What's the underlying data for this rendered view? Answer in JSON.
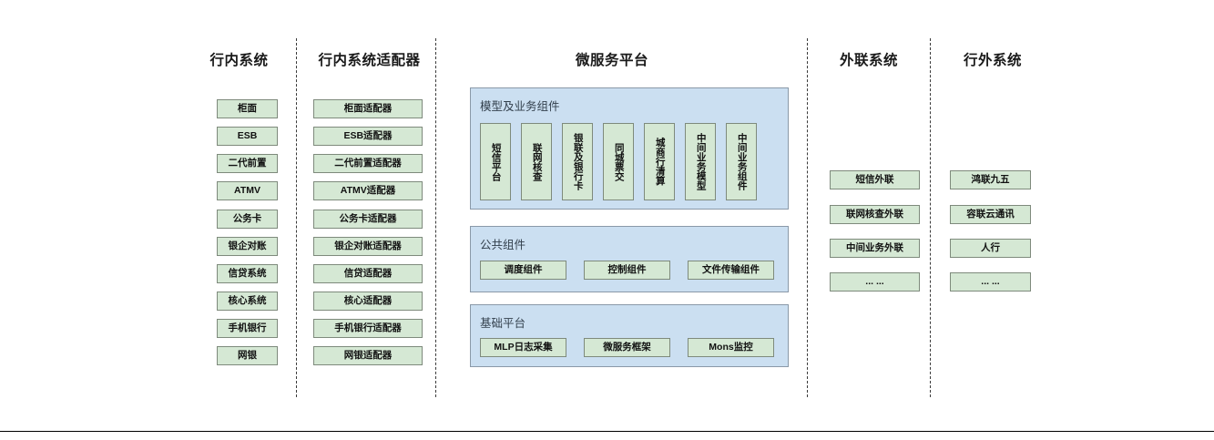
{
  "diagram": {
    "title_row": {
      "internal_systems": "行内系统",
      "internal_adapters": "行内系统适配器",
      "microservice_platform": "微服务平台",
      "external_link_systems": "外联系统",
      "offbank_systems": "行外系统"
    },
    "columns": {
      "internal_systems": {
        "heading": "行内系统",
        "items": [
          "柜面",
          "ESB",
          "二代前置",
          "ATMV",
          "公务卡",
          "银企对账",
          "信贷系统",
          "核心系统",
          "手机银行",
          "网银"
        ]
      },
      "internal_adapters": {
        "heading": "行内系统适配器",
        "items": [
          "柜面适配器",
          "ESB适配器",
          "二代前置适配器",
          "ATMV适配器",
          "公务卡适配器",
          "银企对账适配器",
          "信贷适配器",
          "核心适配器",
          "手机银行适配器",
          "网银适配器"
        ]
      },
      "external_link_systems": {
        "heading": "外联系统",
        "items": [
          "短信外联",
          "联网核查外联",
          "中间业务外联",
          "... ..."
        ]
      },
      "offbank_systems": {
        "heading": "行外系统",
        "items": [
          "鸿联九五",
          "容联云通讯",
          "人行",
          "... ..."
        ]
      }
    },
    "microservice_platform": {
      "heading": "微服务平台",
      "panels": [
        {
          "label": "模型及业务组件",
          "orientation": "vertical",
          "items": [
            "短信平台",
            "联网核查",
            "银联及银行卡",
            "同城票交",
            "城商行清算",
            "中间业务模型",
            "中间业务组件"
          ]
        },
        {
          "label": "公共组件",
          "orientation": "horizontal",
          "items": [
            "调度组件",
            "控制组件",
            "文件传输组件"
          ]
        },
        {
          "label": "基础平台",
          "orientation": "horizontal",
          "items": [
            "MLP日志采集",
            "微服务框架",
            "Mons监控"
          ]
        }
      ]
    },
    "colors": {
      "box_fill": "#d5e8d4",
      "box_border": "#7e8a7c",
      "panel_fill": "#cbdff1",
      "panel_border": "#8a99a8",
      "divider": "#3a3a3a",
      "text": "#1a1a1a",
      "panel_label_text": "#33404d",
      "background": "#ffffff"
    }
  }
}
